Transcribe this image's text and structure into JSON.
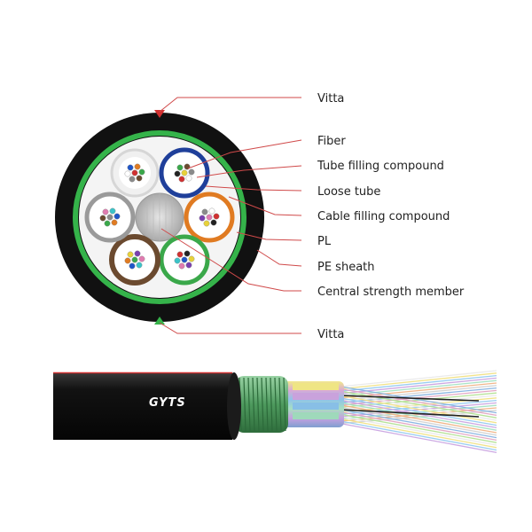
{
  "labels": {
    "vitta_top": "Vitta",
    "fiber": "Fiber",
    "tube_filling_compound": "Tube filling compound",
    "loose_tube": "Loose tube",
    "cable_filling_compound": "Cable filling compound",
    "pl": "PL",
    "pe_sheath": "PE sheath",
    "central_strength_member": "Central strength member",
    "vitta_bottom": "Vitta"
  },
  "cable_print": "GYTS",
  "colors": {
    "leader_line": "#d04a4a",
    "outer_sheath": "#111111",
    "green_ring": "#35b34a",
    "inner_filling": "#f2f2f2",
    "central_member": "#c8c8c8",
    "tube_white": "#e8e8e8",
    "tube_blue": "#1f3f9a",
    "tube_orange": "#e07b22",
    "tube_gray": "#9a9a9a",
    "tube_brown": "#6b4a2f",
    "tube_green": "#3aa84a",
    "cable_jacket": "#121212",
    "armor": "#5fae6e"
  },
  "tubes": [
    "white",
    "blue",
    "orange",
    "green",
    "brown",
    "gray"
  ]
}
